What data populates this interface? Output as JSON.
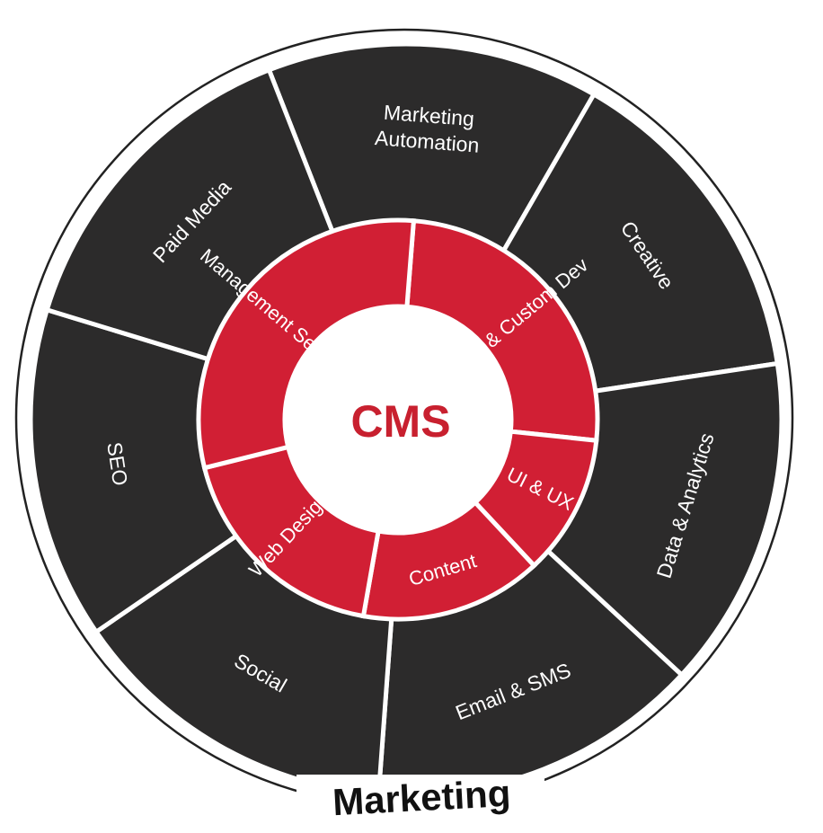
{
  "diagram": {
    "center_label": "CMS",
    "outer_ring_label": "Marketing",
    "colors": {
      "outer_segment": "#2c2b2b",
      "inner_segment": "#d11f34",
      "center_text": "#c8202f",
      "separator": "#ffffff"
    },
    "outer_segments": [
      {
        "lines": [
          "Marketing",
          "Automation"
        ]
      },
      {
        "lines": [
          "Creative"
        ]
      },
      {
        "lines": [
          "Data & Analytics"
        ]
      },
      {
        "lines": [
          "Email & SMS"
        ]
      },
      {
        "lines": [
          "Social"
        ]
      },
      {
        "lines": [
          "SEO"
        ]
      },
      {
        "lines": [
          "Paid Media"
        ]
      }
    ],
    "inner_segments": [
      {
        "label": "Web & Custom Dev"
      },
      {
        "label": "UI & UX"
      },
      {
        "label": "Content"
      },
      {
        "label": "Web Design"
      },
      {
        "label": "Management Services"
      }
    ]
  }
}
